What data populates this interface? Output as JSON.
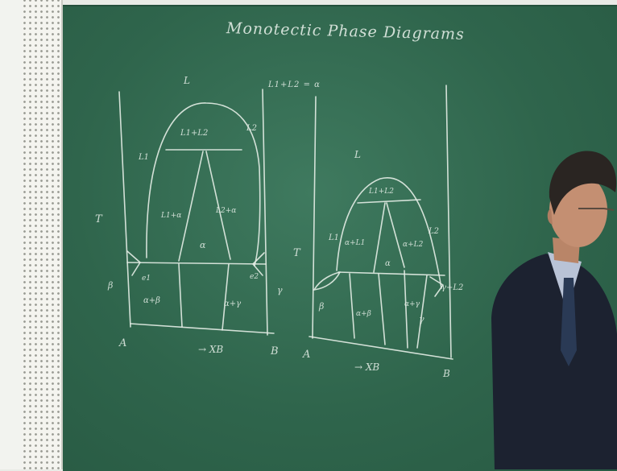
{
  "board": {
    "title": "Monotectic Phase Diagrams",
    "note": "L1+L2 = α"
  },
  "diagram_left": {
    "labels": [
      "L",
      "L1+L2",
      "L1",
      "L2",
      "L1+α",
      "L2+α",
      "α",
      "β",
      "γ",
      "α+β",
      "α+γ",
      "T",
      "A",
      "B",
      "→ XB",
      "e1",
      "e2"
    ]
  },
  "diagram_right": {
    "labels": [
      "L",
      "L1+L2",
      "L1",
      "L2",
      "α+L1",
      "α+L2",
      "α",
      "β",
      "γ",
      "α+β",
      "α+γ",
      "γ+L2",
      "T",
      "A",
      "B",
      "→ XB"
    ]
  },
  "colors": {
    "board": "#2f654c",
    "chalk": "#e4ede6",
    "suit": "#1c2230",
    "skin": "#c48f72"
  }
}
